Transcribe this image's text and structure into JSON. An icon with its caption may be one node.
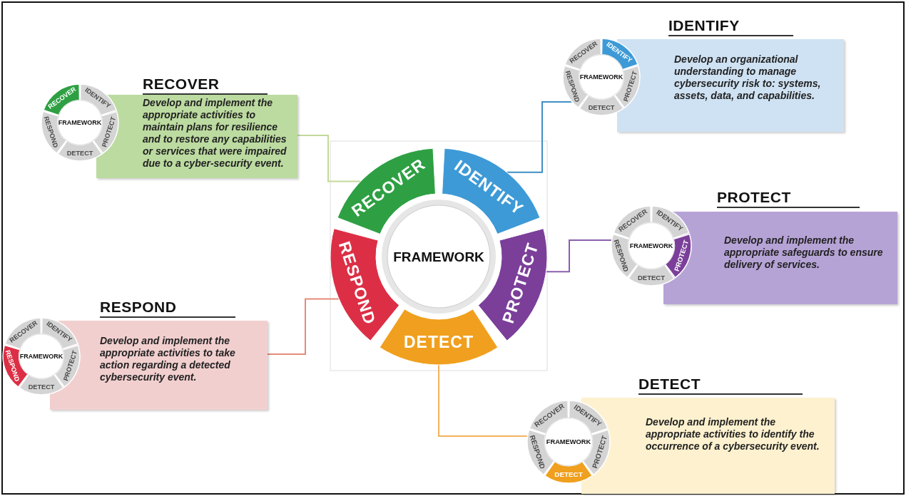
{
  "diagram": {
    "nodes": [
      {
        "text": [
          "FRAMEWORK"
        ]
      },
      {
        "text": [
          "RECOVER"
        ]
      },
      {
        "text": [
          "IDENTIFY"
        ]
      },
      {
        "text": [
          "PROTECT"
        ]
      },
      {
        "text": [
          "DETECT"
        ]
      },
      {
        "text": [
          "RESPOND"
        ]
      },
      {
        "text": [
          "RECOVER",
          "Develop and implement the appropriate activities to maintain plans for resilience and to restore any capabilities or services that were impaired due to a cyber-security event."
        ]
      },
      {
        "text": [
          "IDENTIFY",
          "Develop an organizational understanding to manage cybersecurity risk to: systems, assets, data, and capabilities."
        ]
      },
      {
        "text": [
          "PROTECT",
          "Develop and implement the appropriate safeguards to ensure delivery of services."
        ]
      },
      {
        "text": [
          "RESPOND",
          "Develop and implement the appropriate activities to take action regarding a detected cybersecurity event."
        ]
      },
      {
        "text": [
          "DETECT",
          "Develop and implement the appropriate activities to identify the occurrence of a cybersecurity event."
        ]
      }
    ],
    "edges": [
      {
        "from": 1,
        "to": 6,
        "arrow": "none",
        "color": "#c3d99a"
      },
      {
        "from": 2,
        "to": 7,
        "arrow": "none",
        "color": "#3f8fc4"
      },
      {
        "from": 3,
        "to": 8,
        "arrow": "none",
        "color": "#8a5fae"
      },
      {
        "from": 5,
        "to": 9,
        "arrow": "none",
        "color": "#e58a78"
      },
      {
        "from": 4,
        "to": 10,
        "arrow": "none",
        "color": "#f2b260"
      }
    ],
    "labels": [
      "RECOVER",
      "IDENTIFY",
      "FRAMEWORK",
      "RESPOND",
      "PROTECT",
      "DETECT",
      "RECOVER",
      "IDENTIFY",
      "FRAMEWORK",
      "RESPOND",
      "PROTECT",
      "DETECT",
      "RECOVER",
      "IDENTIFY",
      "FRAMEWORK",
      "RESPOND",
      "PROTECT",
      "DETECT",
      "RECOVER",
      "IDENTIFY",
      "FRAMEWORK",
      "RESPOND",
      "PROTECT",
      "DETECT",
      "RECOVER",
      "IDENTIFY",
      "FRAMEWORK",
      "RESPOND",
      "PROTECT",
      "DETECT"
    ]
  }
}
